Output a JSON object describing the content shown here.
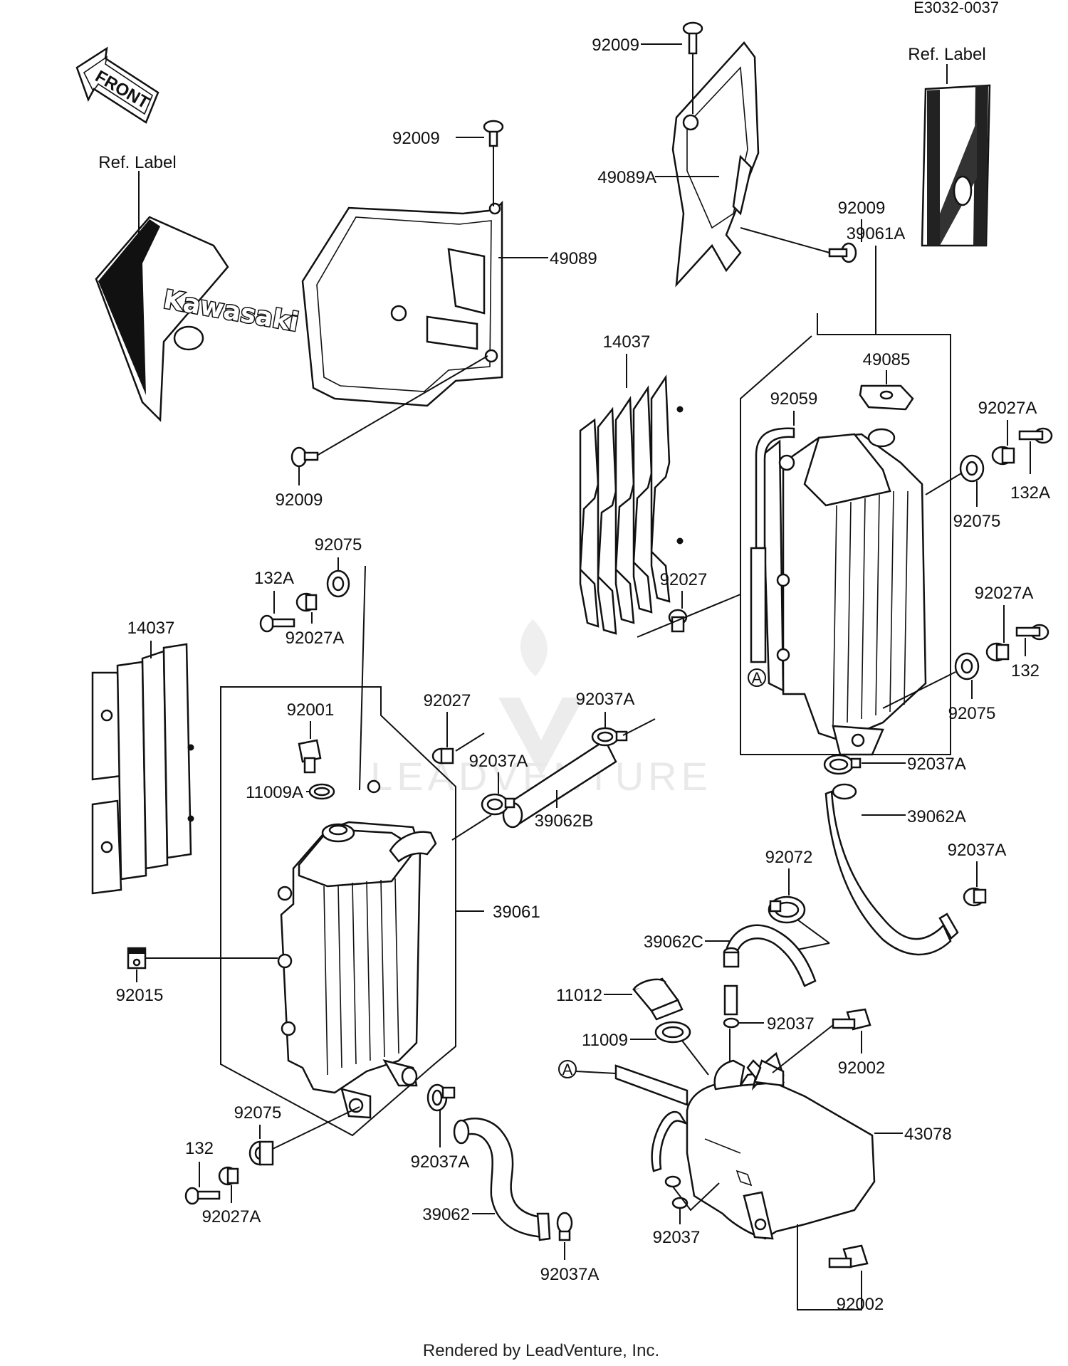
{
  "diagram": {
    "code": "E3032-0037",
    "footer": "Rendered by LeadVenture, Inc.",
    "watermark": "LEADVENTURE",
    "front_arrow": "FRONT",
    "brand": "Kawasaki",
    "callouts": {
      "ref_label_left": "Ref. Label",
      "ref_label_right": "Ref. Label",
      "p92009_top_left": "92009",
      "p92009_bottom_left": "92009",
      "p92009_top_right": "92009",
      "p92009_mid_right": "92009",
      "p49089": "49089",
      "p49089A": "49089A",
      "p39061A": "39061A",
      "p49085": "49085",
      "p14037_right": "14037",
      "p14037_left": "14037",
      "p92059": "92059",
      "p92027A_r1": "92027A",
      "p132A_r": "132A",
      "p92075_r1": "92075",
      "p92027_r": "92027",
      "p92027A_r2": "92027A",
      "p132_r": "132",
      "p92075_r2": "92075",
      "p92037A_r": "92037A",
      "p39062A": "39062A",
      "p92037A_r2": "92037A",
      "p92075_l1": "92075",
      "p132A_l": "132A",
      "p92027A_l1": "92027A",
      "p92027_l": "92027",
      "p92037A_c1": "92037A",
      "p92037A_c2": "92037A",
      "p92001": "92001",
      "p11009A": "11009A",
      "p39062B": "39062B",
      "p39061": "39061",
      "p92015": "92015",
      "p92072": "92072",
      "p39062C": "39062C",
      "p11012": "11012",
      "p11009": "11009",
      "p92037_a": "92037",
      "p92002_a": "92002",
      "p43078": "43078",
      "p92037_b": "92037",
      "p92002_b": "92002",
      "p92075_l2": "92075",
      "p132_l": "132",
      "p92027A_l2": "92027A",
      "p92037A_l": "92037A",
      "p39062": "39062",
      "p92037A_b": "92037A",
      "ref_A_1": "A",
      "ref_A_2": "A"
    }
  }
}
